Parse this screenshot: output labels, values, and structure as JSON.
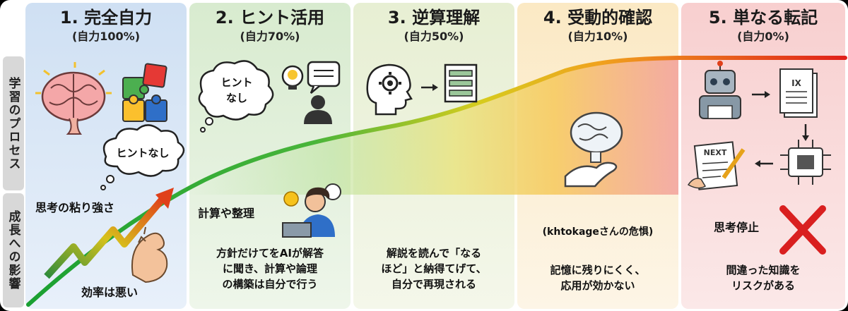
{
  "side_labels": {
    "process": "学習のプロセス",
    "impact": "成長への影響"
  },
  "columns": [
    {
      "title": "1. 完全自力",
      "sub": "(自力100%)",
      "color": "#dce8f5"
    },
    {
      "title": "2. ヒント活用",
      "sub": "(自力70%)",
      "color": "#e3f0dc"
    },
    {
      "title": "3. 逆算理解",
      "sub": "(自力50%)",
      "color": "#eef3dd"
    },
    {
      "title": "4. 受動的確認",
      "sub": "(自力10%)",
      "color": "#fbefd6"
    },
    {
      "title": "5. 単なる転記",
      "sub": "(自力0%)",
      "color": "#fbdcdc"
    }
  ],
  "bubbles": {
    "hint_none_1": "ヒント\nなし",
    "hint_none_2": "ヒントなし"
  },
  "doc_label": "IX",
  "next_label": "NEXT",
  "texts": {
    "c1_tenacity": "思考の粘り強さ",
    "c1_efficiency": "効率は悪い",
    "c2_calc": "計算や整理",
    "c2_desc": "方針だけてをAIが解答\nに聞き、計算や論理\nの構築は自分で行う",
    "c3_desc": "解説を読んで「なる\nほど」と納得てげて、\n自分で再現される",
    "c4_concern": "(khtokageさんの危惧)",
    "c4_desc": "記憶に残りにくく、\n応用が効かない",
    "c5_stop": "思考停止",
    "c5_desc": "間違った知識を\nリスクがある"
  }
}
